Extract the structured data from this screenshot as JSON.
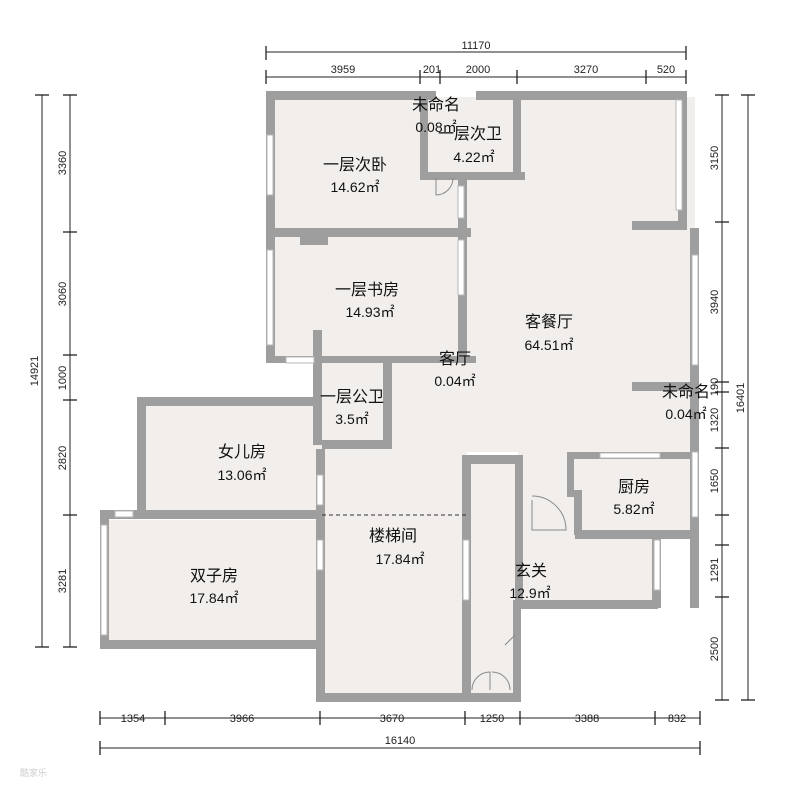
{
  "rooms": [
    {
      "name": "未命名",
      "area": "0.08㎡"
    },
    {
      "name": "一层次卫",
      "area": "4.22㎡"
    },
    {
      "name": "一层次卧",
      "area": "14.62㎡"
    },
    {
      "name": "一层书房",
      "area": "14.93㎡"
    },
    {
      "name": "客餐厅",
      "area": "64.51㎡"
    },
    {
      "name": "客厅",
      "area": "0.04㎡"
    },
    {
      "name": "一层公卫",
      "area": "3.5㎡"
    },
    {
      "name": "未命名",
      "area": "0.04㎡"
    },
    {
      "name": "女儿房",
      "area": "13.06㎡"
    },
    {
      "name": "厨房",
      "area": "5.82㎡"
    },
    {
      "name": "楼梯间",
      "area": "17.84㎡"
    },
    {
      "name": "玄关",
      "area": "12.9㎡"
    },
    {
      "name": "双子房",
      "area": "17.84㎡"
    }
  ],
  "dimensions": {
    "top_total": "11170",
    "top": [
      "3959",
      "201",
      "2000",
      "3270",
      "520"
    ],
    "bottom_total": "16140",
    "bottom": [
      "1354",
      "3966",
      "3670",
      "1250",
      "3388",
      "832"
    ],
    "left_total": "14921",
    "left": [
      "3360",
      "3060",
      "1000",
      "2820",
      "3281"
    ],
    "right_total": "16401",
    "right": [
      "3150",
      "3940",
      "190",
      "1320",
      "1650",
      "1291",
      "2500"
    ]
  },
  "watermark": "酷家乐"
}
